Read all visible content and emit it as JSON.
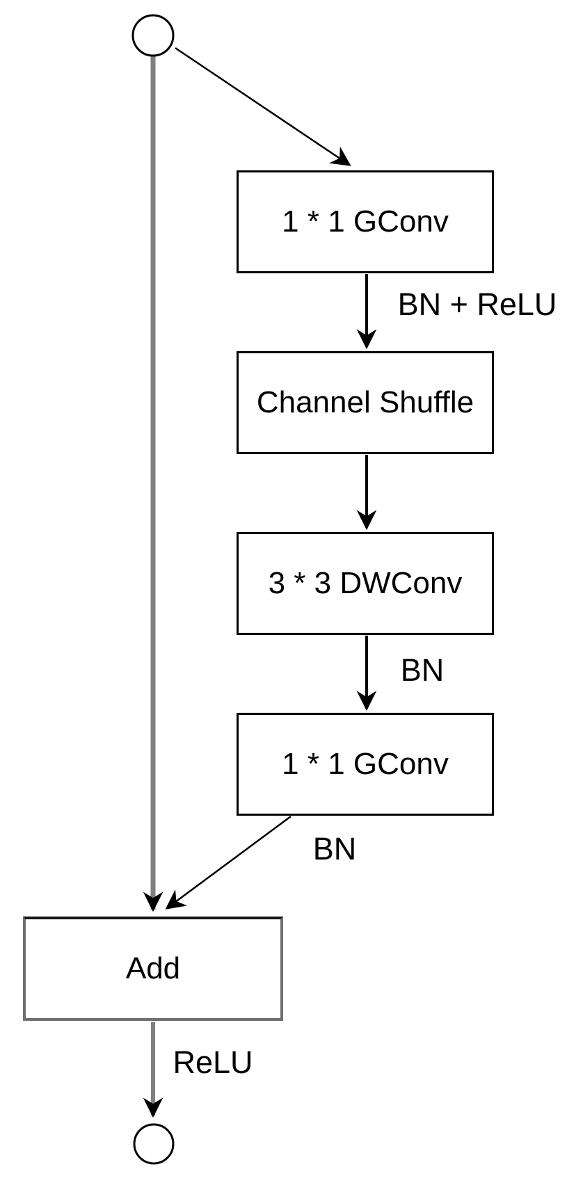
{
  "colors": {
    "background": "#ffffff",
    "node_stroke": "#000000",
    "node_fill": "#ffffff",
    "add_node_stroke": "#6f6f6f",
    "arrow_stroke": "#000000",
    "skip_connector_stroke": "#808080",
    "text": "#000000"
  },
  "nodes": [
    {
      "id": "input",
      "shape": "circle",
      "label": ""
    },
    {
      "id": "gconv1",
      "shape": "rect",
      "label": "1 * 1 GConv"
    },
    {
      "id": "channel_shuffle",
      "shape": "rect",
      "label": "Channel Shuffle"
    },
    {
      "id": "dwconv",
      "shape": "rect",
      "label": "3 * 3 DWConv"
    },
    {
      "id": "gconv2",
      "shape": "rect",
      "label": "1 * 1 GConv"
    },
    {
      "id": "add",
      "shape": "rect",
      "label": "Add"
    },
    {
      "id": "output",
      "shape": "circle",
      "label": ""
    }
  ],
  "edges": [
    {
      "from": "input",
      "to": "gconv1",
      "label": ""
    },
    {
      "from": "gconv1",
      "to": "channel_shuffle",
      "label": "BN + ReLU"
    },
    {
      "from": "channel_shuffle",
      "to": "dwconv",
      "label": ""
    },
    {
      "from": "dwconv",
      "to": "gconv2",
      "label": "BN"
    },
    {
      "from": "gconv2",
      "to": "add",
      "label": "BN"
    },
    {
      "from": "input",
      "to": "add",
      "label": ""
    },
    {
      "from": "add",
      "to": "output",
      "label": "ReLU"
    }
  ]
}
